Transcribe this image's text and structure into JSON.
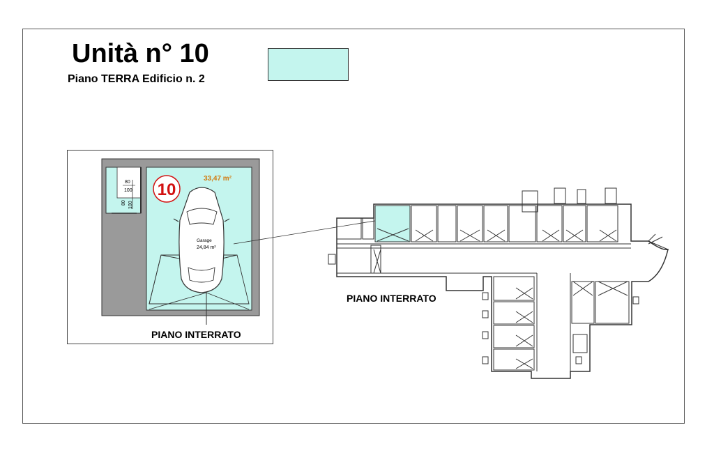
{
  "header": {
    "title": "Unità n° 10",
    "subtitle": "Piano TERRA Edificio n. 2"
  },
  "legend": {
    "swatch_color": "#c4f5ee"
  },
  "detail": {
    "unit_number": "10",
    "area_total": "33,47 m²",
    "room_name": "Garage",
    "room_area": "24,84 m²",
    "door_dim_1_top": "80",
    "door_dim_1_bottom": "100",
    "door_dim_2_top": "80",
    "door_dim_2_bottom": "100",
    "floor_label": "PIANO INTERRATO"
  },
  "plan": {
    "floor_label": "PIANO INTERRATO"
  },
  "colors": {
    "highlight": "#c4f5ee",
    "wall": "#9a9a9a",
    "unit_number": "#d21010",
    "area_text": "#d27a10"
  }
}
